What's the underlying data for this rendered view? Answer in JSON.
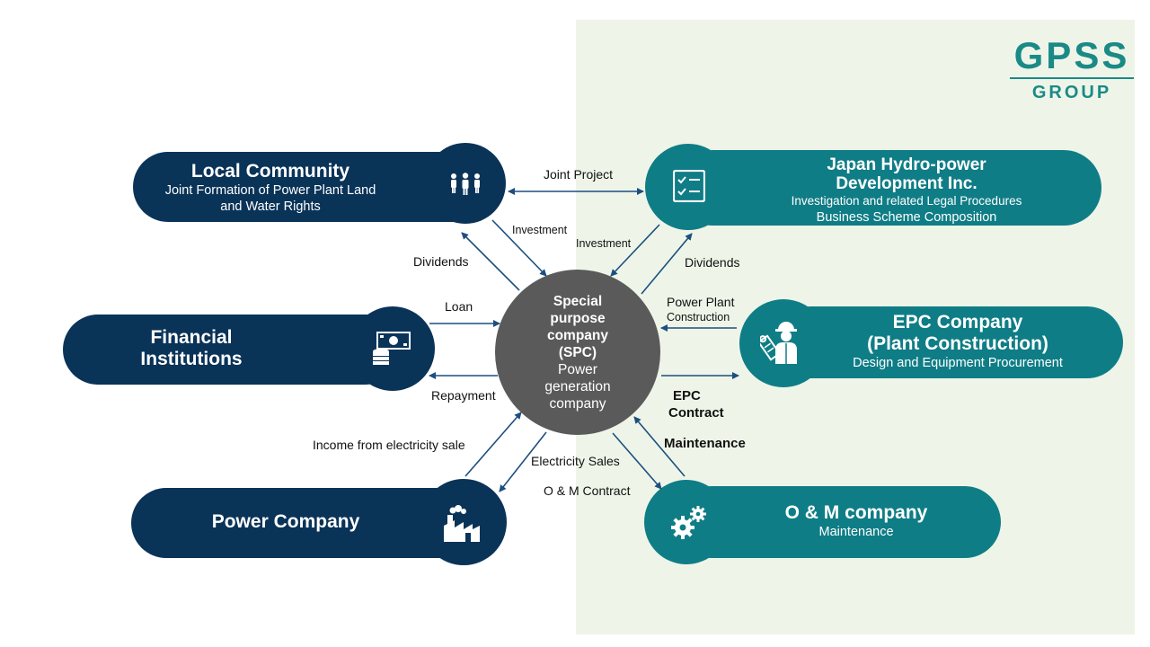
{
  "logo": {
    "line1": "GPSS",
    "line2": "GROUP"
  },
  "center": {
    "title_lines": [
      "Special",
      "purpose",
      "company",
      "(SPC)"
    ],
    "sub_lines": [
      "Power",
      "generation",
      "company"
    ]
  },
  "nodes": {
    "local_community": {
      "title": "Local Community",
      "sub": [
        "Joint Formation of Power Plant Land",
        "and Water Rights"
      ]
    },
    "japan_hydro": {
      "title": [
        "Japan Hydro-power",
        "Development Inc."
      ],
      "sub": [
        "Investigation and related Legal Procedures",
        "Business Scheme Composition"
      ]
    },
    "financial": {
      "title": [
        "Financial",
        "Institutions"
      ]
    },
    "epc": {
      "title": [
        "EPC Company",
        "(Plant Construction)"
      ],
      "sub": "Design and Equipment Procurement"
    },
    "power_company": {
      "title": "Power Company"
    },
    "om": {
      "title": "O & M company",
      "sub": "Maintenance"
    }
  },
  "flows": {
    "joint_project": "Joint Project",
    "investment_local": "Investment",
    "investment_hydro": "Investment",
    "dividends_local": "Dividends",
    "dividends_hydro": "Dividends",
    "loan": "Loan",
    "repayment": "Repayment",
    "power_plant_construction_1": "Power Plant",
    "power_plant_construction_2": "Construction",
    "epc_contract_1": "EPC",
    "epc_contract_2": "Contract",
    "income_electricity": "Income from electricity sale",
    "electricity_sales": "Electricity Sales",
    "om_contract": "O & M Contract",
    "maintenance": "Maintenance"
  },
  "colors": {
    "navy": "#0a3358",
    "teal": "#0f7d86",
    "spc": "#5a5a5a",
    "arrow": "#1c4f80",
    "green_zone": "#eef5e8"
  }
}
